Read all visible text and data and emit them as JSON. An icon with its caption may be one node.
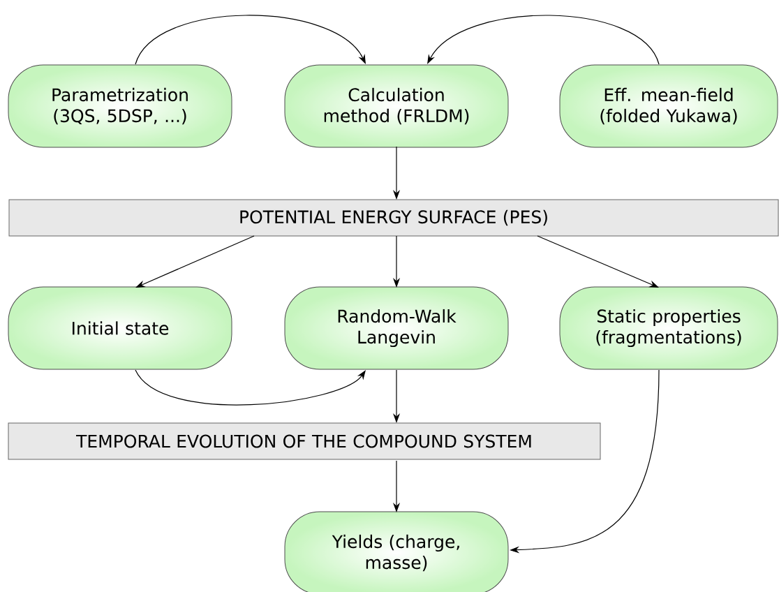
{
  "diagram": {
    "nodes": [
      {
        "text": [
          "Parametrization (3QS, 5DSP, ...)"
        ]
      },
      {
        "text": [
          "Calculation method (FRLDM)"
        ]
      },
      {
        "text": [
          "Eff. mean-field (folded Yukawa)"
        ]
      },
      {
        "text": [
          "POTENTIAL ENERGY SURFACE (PES)"
        ]
      },
      {
        "text": [
          "Initial state"
        ]
      },
      {
        "text": [
          "Random-Walk Langevin"
        ]
      },
      {
        "text": [
          "Static properties (fragmentations)"
        ]
      },
      {
        "text": [
          "TEMPORAL EVOLUTION OF THE COMPOUND SYSTEM"
        ]
      },
      {
        "text": [
          "Yields (charge, masse)"
        ]
      }
    ],
    "edges": [
      {
        "from": 0,
        "to": 1,
        "arrow": "to"
      },
      {
        "from": 2,
        "to": 1,
        "arrow": "to"
      },
      {
        "from": 1,
        "to": 3,
        "arrow": "to"
      },
      {
        "from": 3,
        "to": 4,
        "arrow": "to"
      },
      {
        "from": 3,
        "to": 5,
        "arrow": "to"
      },
      {
        "from": 3,
        "to": 6,
        "arrow": "to"
      },
      {
        "from": 4,
        "to": 5,
        "arrow": "to"
      },
      {
        "from": 5,
        "to": 7,
        "arrow": "to"
      },
      {
        "from": 7,
        "to": 8,
        "arrow": "to"
      },
      {
        "from": 6,
        "to": 8,
        "arrow": "to"
      }
    ]
  }
}
